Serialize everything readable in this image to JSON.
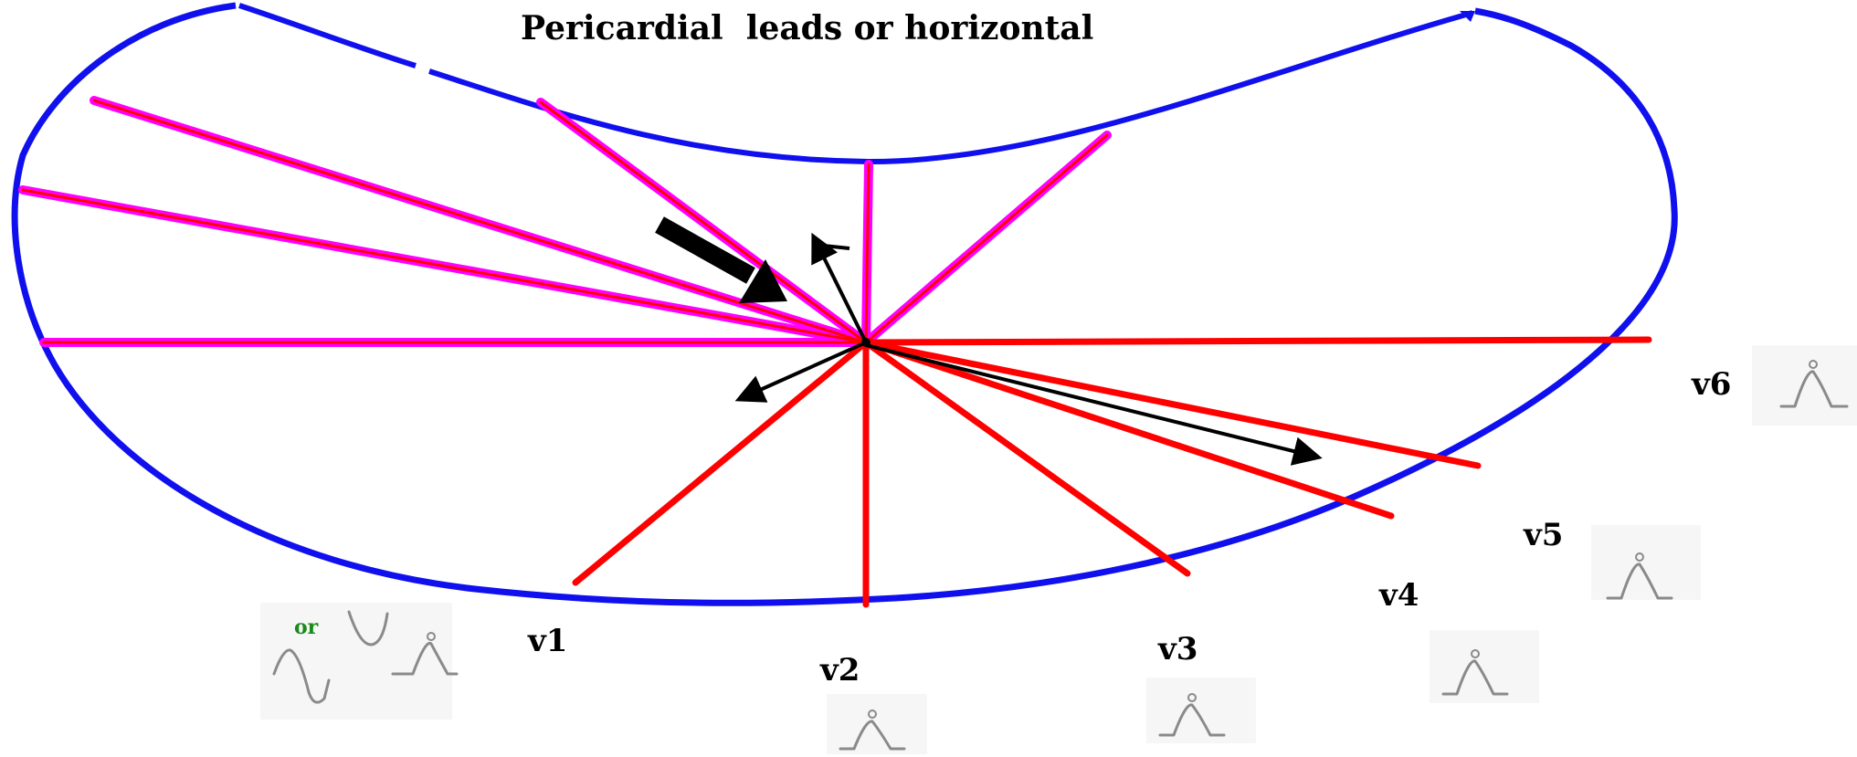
{
  "title": "Pericardial  leads or horizontal",
  "or_label": "or",
  "leads": [
    {
      "id": "v1",
      "label": "v1"
    },
    {
      "id": "v2",
      "label": "v2"
    },
    {
      "id": "v3",
      "label": "v3"
    },
    {
      "id": "v4",
      "label": "v4"
    },
    {
      "id": "v5",
      "label": "v5"
    },
    {
      "id": "v6",
      "label": "v6"
    }
  ],
  "colors": {
    "outline": "#1010ee",
    "negative_lines": "#ff00ff",
    "positive_lines": "#ff0000",
    "arrows": "#000000",
    "waveform": "#8a8a8a",
    "or_text": "#1a8a1a"
  }
}
